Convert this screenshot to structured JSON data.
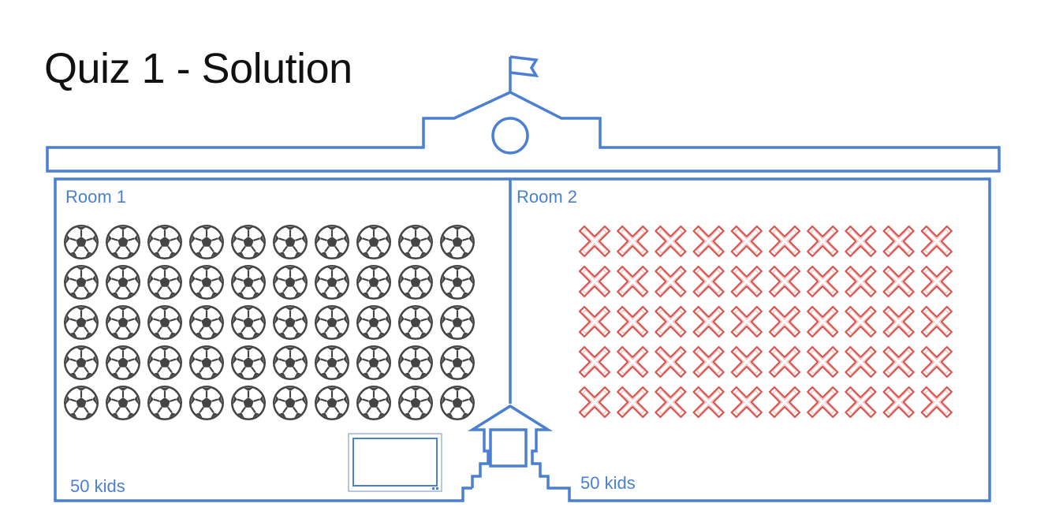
{
  "title": "Quiz 1 - Solution",
  "rooms": [
    {
      "label": "Room 1",
      "count_label": "50 kids",
      "icon": "soccer-ball-icon",
      "rows": 5,
      "cols": 10
    },
    {
      "label": "Room 2",
      "count_label": "50 kids",
      "icon": "x-mark-icon",
      "rows": 5,
      "cols": 10
    }
  ],
  "colors": {
    "building": "#4a7fd1",
    "text": "#4a7fd1",
    "ball": "#444444",
    "x_mark": "#d9534f"
  }
}
